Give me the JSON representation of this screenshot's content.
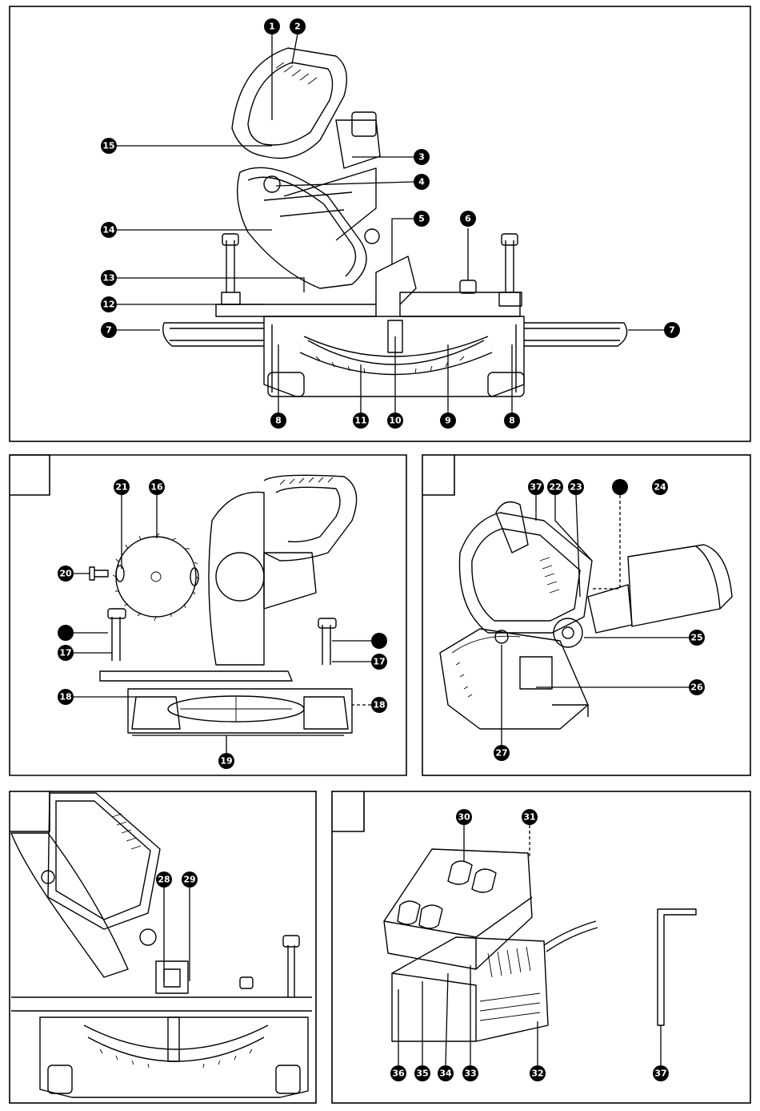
{
  "panels": {
    "main": {
      "callouts": [
        {
          "num": "1",
          "name": "callout-1"
        },
        {
          "num": "2",
          "name": "callout-2"
        },
        {
          "num": "3",
          "name": "callout-3"
        },
        {
          "num": "4",
          "name": "callout-4"
        },
        {
          "num": "5",
          "name": "callout-5"
        },
        {
          "num": "6",
          "name": "callout-6"
        },
        {
          "num": "7",
          "name": "callout-7-left"
        },
        {
          "num": "7",
          "name": "callout-7-right"
        },
        {
          "num": "8",
          "name": "callout-8-left"
        },
        {
          "num": "8",
          "name": "callout-8-right"
        },
        {
          "num": "9",
          "name": "callout-9"
        },
        {
          "num": "10",
          "name": "callout-10"
        },
        {
          "num": "11",
          "name": "callout-11"
        },
        {
          "num": "12",
          "name": "callout-12"
        },
        {
          "num": "13",
          "name": "callout-13"
        },
        {
          "num": "14",
          "name": "callout-14"
        },
        {
          "num": "15",
          "name": "callout-15"
        }
      ]
    },
    "blade": {
      "tab_label": "",
      "callouts": [
        {
          "num": "21"
        },
        {
          "num": "16"
        },
        {
          "num": "20"
        },
        {
          "num": ""
        },
        {
          "num": "17"
        },
        {
          "num": ""
        },
        {
          "num": "17"
        },
        {
          "num": "18"
        },
        {
          "num": "18"
        },
        {
          "num": "19"
        }
      ]
    },
    "rear": {
      "tab_label": "",
      "callouts": [
        {
          "num": "37"
        },
        {
          "num": "22"
        },
        {
          "num": "23"
        },
        {
          "num": ""
        },
        {
          "num": "24"
        },
        {
          "num": "25"
        },
        {
          "num": "26"
        },
        {
          "num": "27"
        }
      ]
    },
    "laser": {
      "tab_label": "",
      "callouts": [
        {
          "num": "28"
        },
        {
          "num": "29"
        }
      ]
    },
    "battery": {
      "tab_label": "",
      "callouts": [
        {
          "num": "30"
        },
        {
          "num": "31"
        },
        {
          "num": "32"
        },
        {
          "num": "33"
        },
        {
          "num": "34"
        },
        {
          "num": "35"
        },
        {
          "num": "36"
        },
        {
          "num": "37"
        }
      ]
    }
  }
}
